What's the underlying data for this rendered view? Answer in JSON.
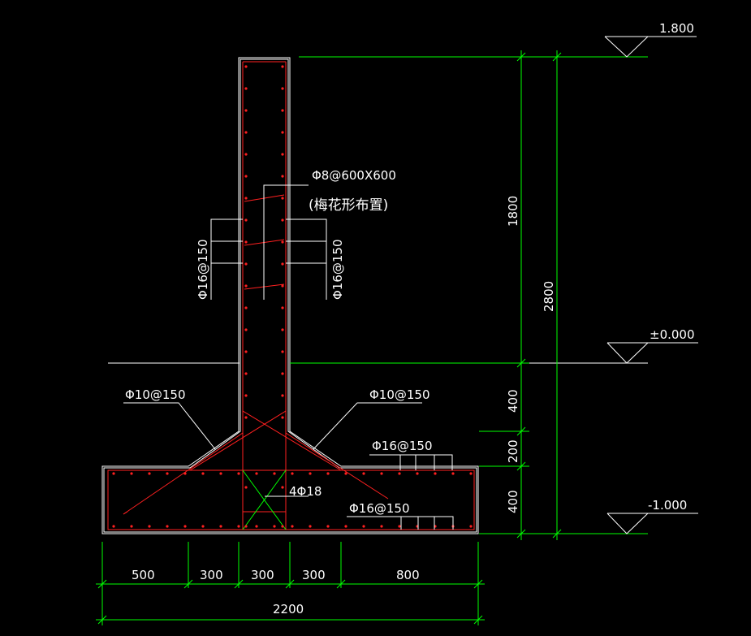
{
  "drawing": {
    "elevations": {
      "top": "1.800",
      "ground": "±0.000",
      "bottom": "-1.000"
    },
    "rebar_labels": {
      "tie": "Φ8@600X600",
      "tie_note": "(梅花形布置)",
      "wall_left": "Φ16@150",
      "wall_right": "Φ16@150",
      "haunch_left": "Φ10@150",
      "haunch_right": "Φ10@150",
      "base_top": "Φ16@150",
      "base_bottom": "Φ16@150",
      "corner": "4Φ18"
    },
    "vertical_dims": {
      "wall_height": "1800",
      "total_height": "2800",
      "d400_upper": "400",
      "d200": "200",
      "d400_lower": "400"
    },
    "horizontal_dims": {
      "d500": "500",
      "d300_a": "300",
      "d300_b": "300",
      "d300_c": "300",
      "d800": "800",
      "total": "2200"
    },
    "colors": {
      "background": "#000000",
      "outline": "#ffffff",
      "rebar": "#ff2020",
      "dimension": "#00ff00"
    }
  }
}
